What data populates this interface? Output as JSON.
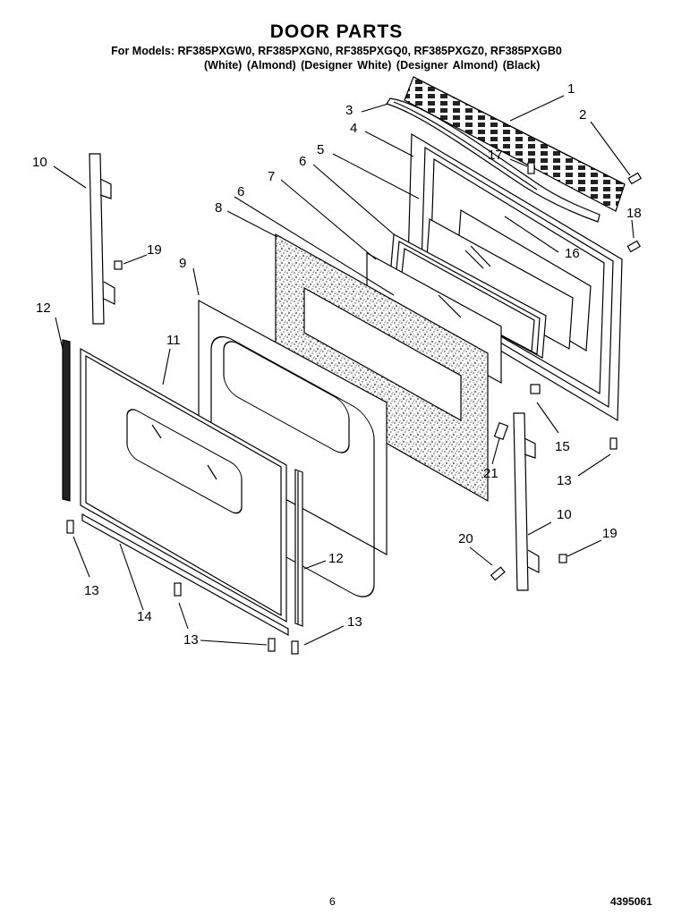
{
  "header": {
    "title": "DOOR PARTS",
    "models_line": "For Models: RF385PXGW0, RF385PXGN0, RF385PXGQ0, RF385PXGZ0, RF385PXGB0",
    "variants_line": "(White)      (Almond)  (Designer White) (Designer Almond) (Black)"
  },
  "callouts": {
    "c1": "1",
    "c2": "2",
    "c3": "3",
    "c4": "4",
    "c5": "5",
    "c6a": "6",
    "c6b": "6",
    "c7": "7",
    "c8": "8",
    "c9": "9",
    "c10a": "10",
    "c10b": "10",
    "c11": "11",
    "c12a": "12",
    "c12b": "12",
    "c13a": "13",
    "c13b": "13",
    "c13c": "13",
    "c13d": "13",
    "c14": "14",
    "c15": "15",
    "c16": "16",
    "c17": "17",
    "c18": "18",
    "c19a": "19",
    "c19b": "19",
    "c20": "20",
    "c21": "21"
  },
  "footer": {
    "page_number": "6",
    "document_number": "4395061"
  }
}
